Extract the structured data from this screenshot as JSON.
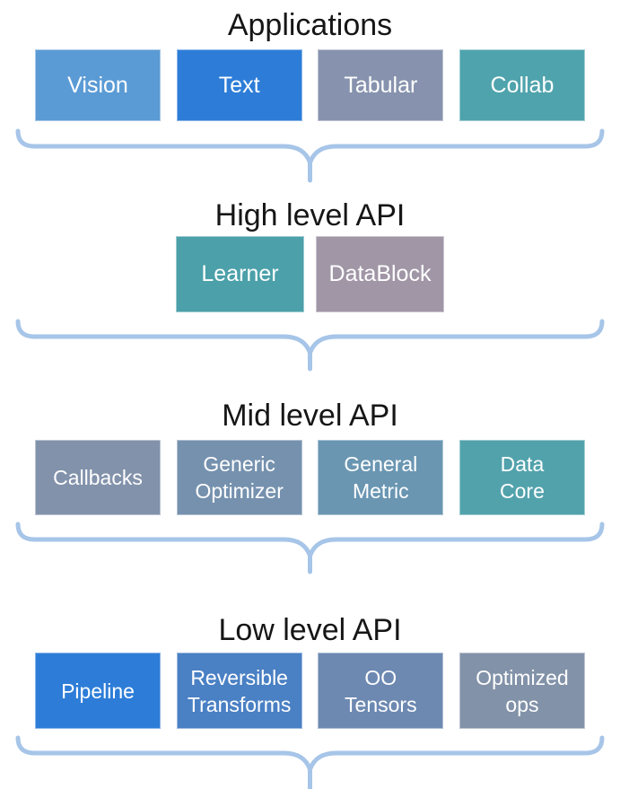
{
  "diagram": {
    "brace_color": "#A6C5E8",
    "box_text_color": "#FFFFFF",
    "title_color": "#161616",
    "sections": [
      {
        "title": "Applications",
        "boxes": [
          {
            "label": "Vision",
            "color": "#5B9BD5"
          },
          {
            "label": "Text",
            "color": "#2D7DD8"
          },
          {
            "label": "Tabular",
            "color": "#8793AE"
          },
          {
            "label": "Collab",
            "color": "#4FA3AC"
          }
        ]
      },
      {
        "title": "High level API",
        "boxes": [
          {
            "label": "Learner",
            "color": "#4BA0A9"
          },
          {
            "label": "DataBlock",
            "color": "#A096A6"
          }
        ]
      },
      {
        "title": "Mid level API",
        "boxes": [
          {
            "label": "Callbacks",
            "color": "#8292AB"
          },
          {
            "label": "Generic\nOptimizer",
            "color": "#7591AE"
          },
          {
            "label": "General\nMetric",
            "color": "#6A96B2"
          },
          {
            "label": "Data\nCore",
            "color": "#52A2AC"
          }
        ]
      },
      {
        "title": "Low level API",
        "boxes": [
          {
            "label": "Pipeline",
            "color": "#2D7DD8"
          },
          {
            "label": "Reversible\nTransforms",
            "color": "#4A80C4"
          },
          {
            "label": "OO\nTensors",
            "color": "#6D89B2"
          },
          {
            "label": "Optimized\nops",
            "color": "#8292A8"
          }
        ]
      }
    ]
  }
}
